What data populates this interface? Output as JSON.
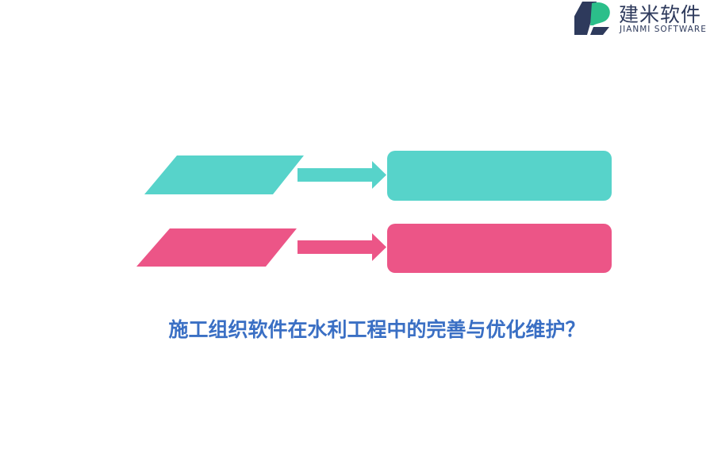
{
  "logo": {
    "name_cn": "建米软件",
    "name_en": "JIANMI SOFTWARE",
    "icon": "jianmi-logo-mark"
  },
  "colors": {
    "teal": "#57d3ca",
    "pink": "#ec5587",
    "title": "#3a6fc4",
    "logo_dark": "#2e3a5c",
    "logo_green": "#2bbf8a"
  },
  "title": "施工组织软件在水利工程中的完善与优化维护？",
  "rows": [
    {
      "color": "teal",
      "shape": "parallelogram",
      "connector": "right-arrow",
      "target": "rounded-rectangle"
    },
    {
      "color": "pink",
      "shape": "parallelogram",
      "connector": "right-arrow",
      "target": "rounded-rectangle"
    }
  ]
}
